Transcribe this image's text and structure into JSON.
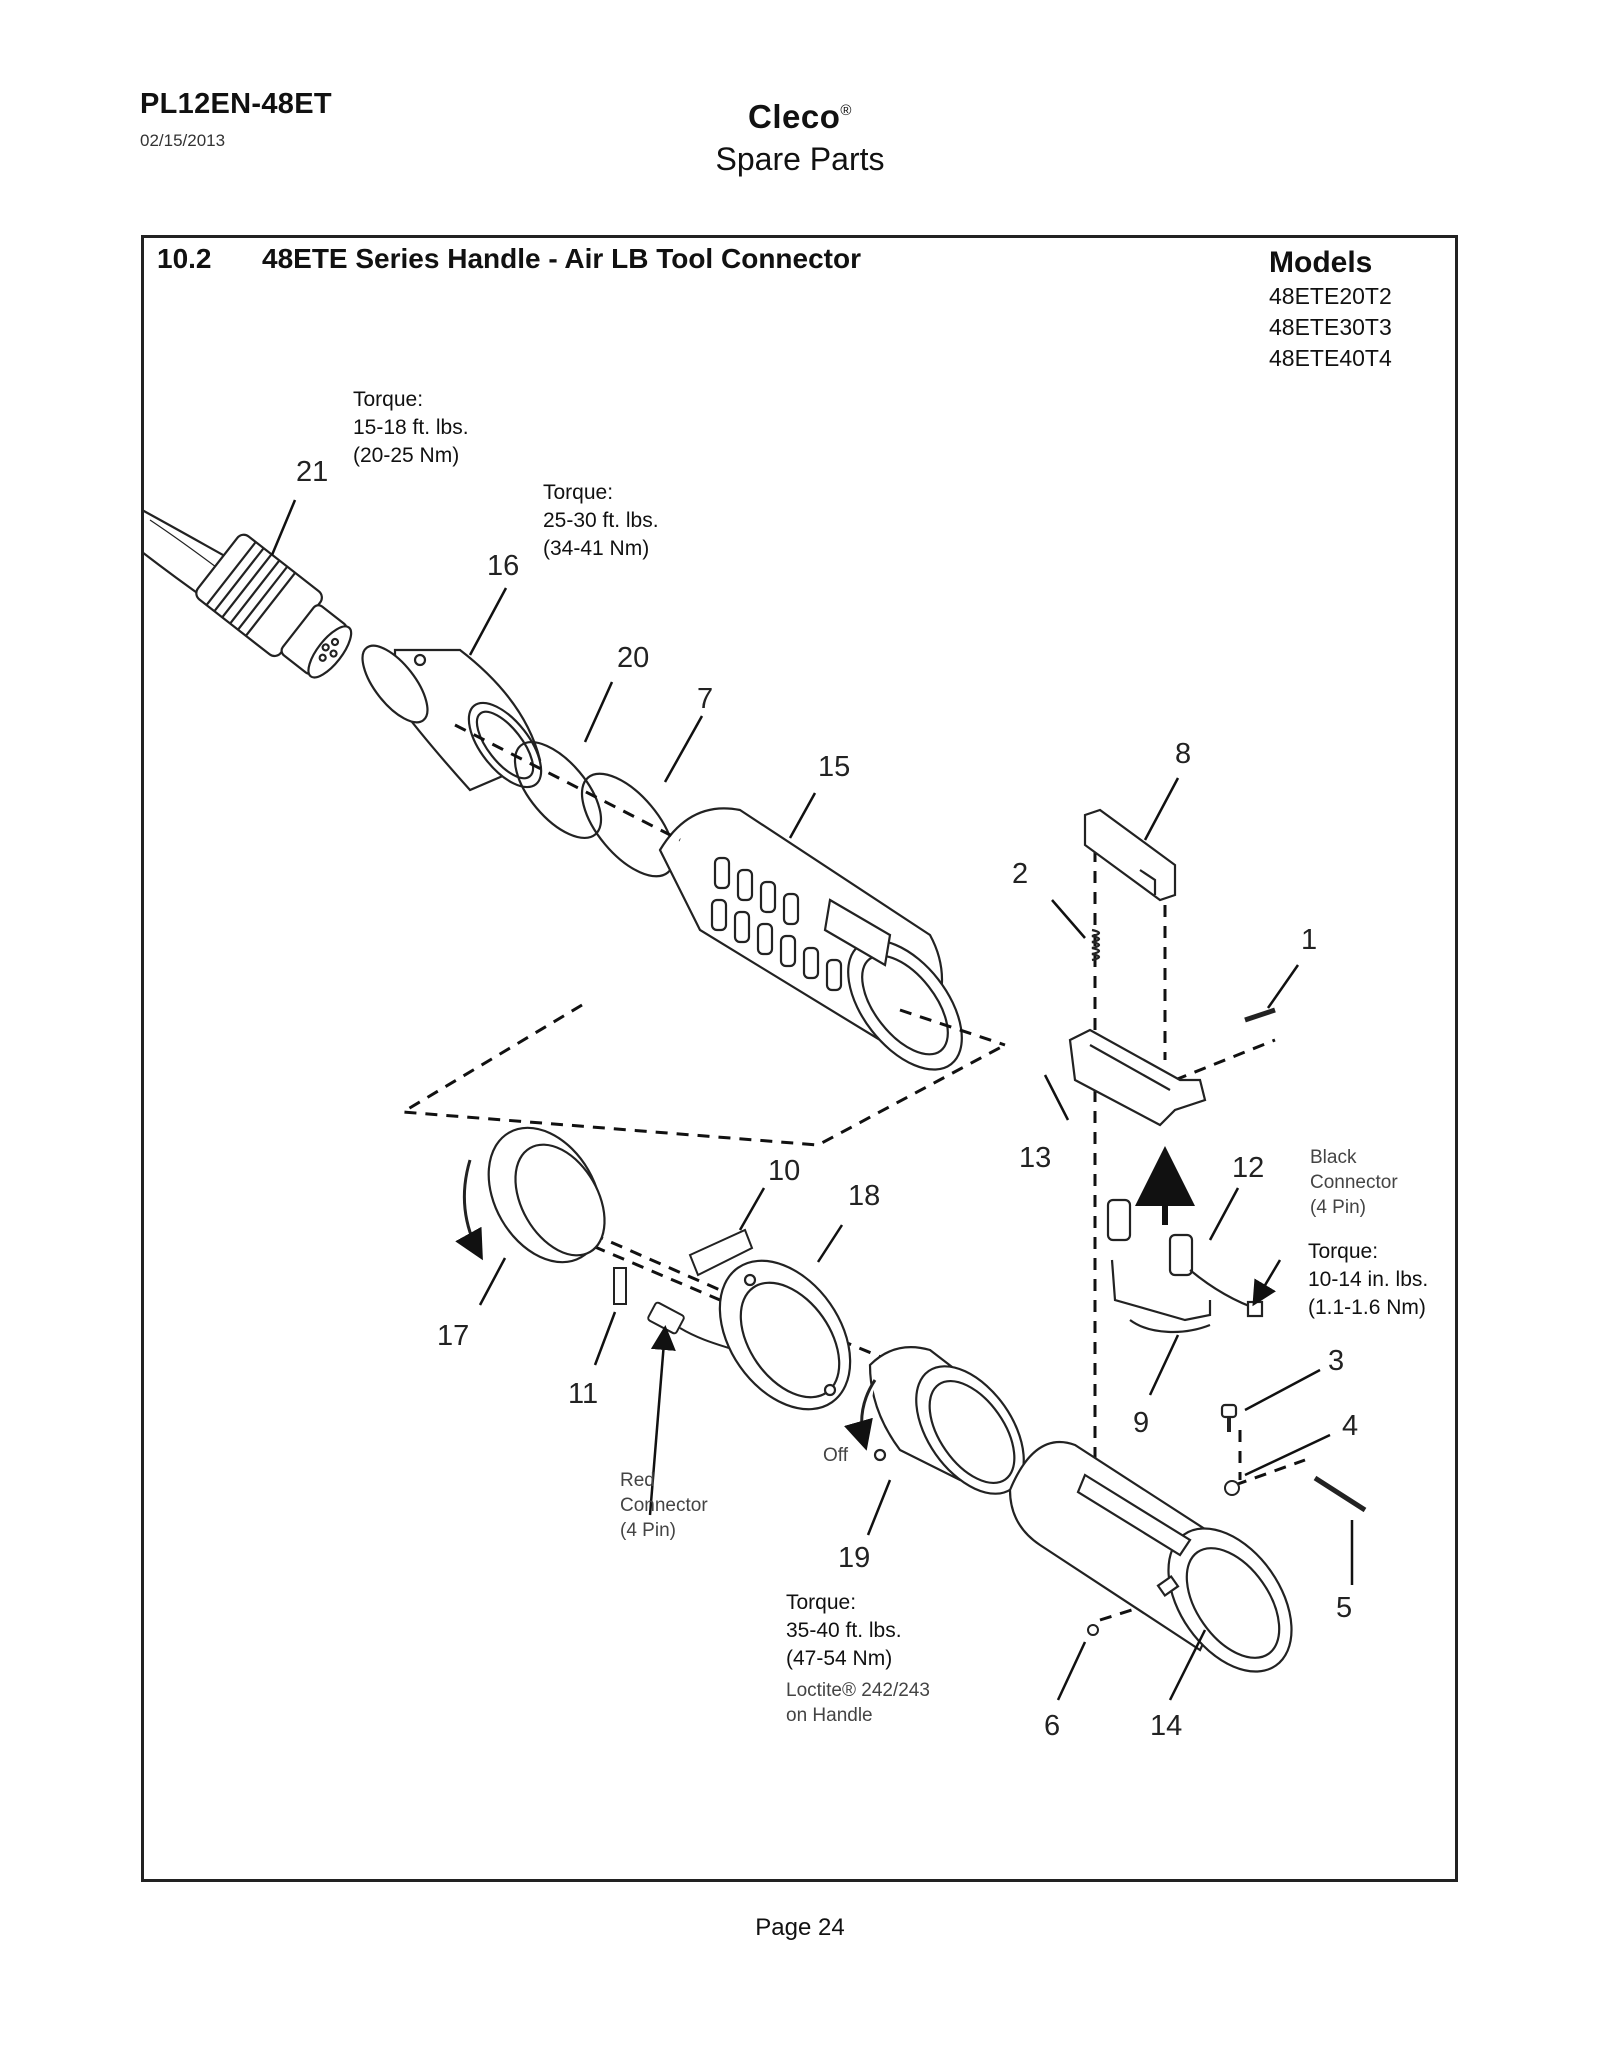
{
  "header": {
    "doc_code": "PL12EN-48ET",
    "date": "02/15/2013",
    "brand": "Cleco",
    "brand_mark": "®",
    "subtitle": "Spare Parts"
  },
  "section": {
    "number": "10.2",
    "title": "48ETE Series Handle - Air LB Tool Connector"
  },
  "models": {
    "heading": "Models",
    "items": [
      "48ETE20T2",
      "48ETE30T3",
      "48ETE40T4"
    ]
  },
  "notes": {
    "torque_21": [
      "Torque:",
      "15-18 ft. lbs.",
      "(20-25 Nm)"
    ],
    "torque_16": [
      "Torque:",
      "25-30 ft. lbs.",
      "(34-41 Nm)"
    ],
    "black_connector": [
      "Black",
      "Connector",
      "(4 Pin)"
    ],
    "torque_9": [
      "Torque:",
      "10-14 in. lbs.",
      "(1.1-1.6 Nm)"
    ],
    "red_connector": [
      "Red",
      "Connector",
      "(4 Pin)"
    ],
    "off_label": "Off",
    "torque_19": [
      "Torque:",
      "35-40 ft. lbs.",
      "(47-54 Nm)"
    ],
    "loctite": [
      "Loctite® 242/243",
      "on Handle"
    ]
  },
  "callouts": {
    "c1": "1",
    "c2": "2",
    "c3": "3",
    "c4": "4",
    "c5": "5",
    "c6": "6",
    "c7": "7",
    "c8": "8",
    "c9": "9",
    "c10": "10",
    "c11": "11",
    "c12": "12",
    "c13": "13",
    "c14": "14",
    "c15": "15",
    "c16": "16",
    "c17": "17",
    "c18": "18",
    "c19": "19",
    "c20": "20",
    "c21": "21"
  },
  "footer": {
    "page": "Page 24"
  }
}
